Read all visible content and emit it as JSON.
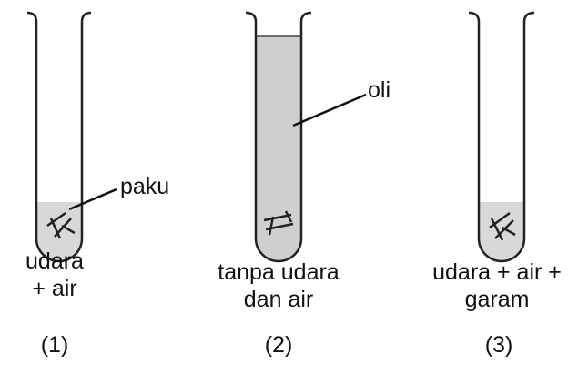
{
  "labels": {
    "nail": "paku",
    "oil": "oli"
  },
  "tubes": [
    {
      "caption_line1": "udara",
      "caption_line2": "+ air",
      "number": "(1)"
    },
    {
      "caption_line1": "tanpa udara",
      "caption_line2": "dan air",
      "number": "(2)"
    },
    {
      "caption_line1": "udara + air +",
      "caption_line2": "garam",
      "number": "(3)"
    }
  ],
  "colors": {
    "oil": "#cfcfcf",
    "water": "#d8d8d8",
    "outline": "#222222"
  }
}
